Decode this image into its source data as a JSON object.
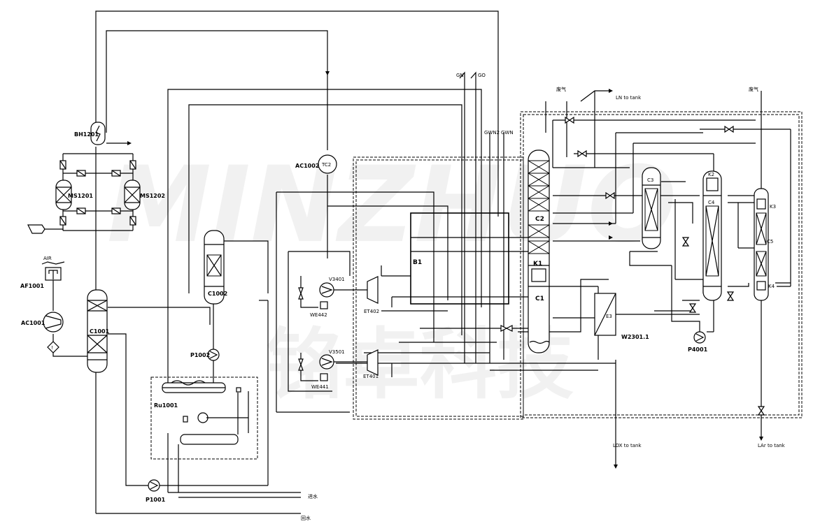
{
  "labels": {
    "bh1201": "BH1201",
    "ms1201": "MS1201",
    "ms1202": "MS1202",
    "air": "AIR",
    "af1001": "AF1001",
    "ac1001": "AC1001",
    "c1001": "C1001",
    "c1002": "C1002",
    "p1002": "P1002",
    "p1001": "P1001",
    "ru1001": "Ru1001",
    "ac1002": "AC1002",
    "tc2": "TC2",
    "v3401": "V3401",
    "v3501": "V3501",
    "we442": "WE442",
    "we441": "WE441",
    "et402": "ET402",
    "et401": "ET401",
    "b1": "B1",
    "gn": "GN",
    "go": "GO",
    "gwn2": "GWN2",
    "gwn": "GWN",
    "waste_left": "废气",
    "waste_right": "废气",
    "ln_to_tank": "LN to tank",
    "c2": "C2",
    "k1": "K1",
    "c1": "C1",
    "e3": "E3",
    "w2301": "W2301.1",
    "c3": "C3",
    "k2": "K2",
    "c4": "C4",
    "p4001": "P4001",
    "k3": "K3",
    "c5": "C5",
    "k4": "K4",
    "lox_to_tank": "LOX to tank",
    "lar_to_tank": "LAr to tank",
    "water_in": "进水",
    "water_out": "回水",
    "warning_mark": "!"
  },
  "watermark": {
    "logo": "MINZHUO",
    "cn": "铭卓科技"
  }
}
